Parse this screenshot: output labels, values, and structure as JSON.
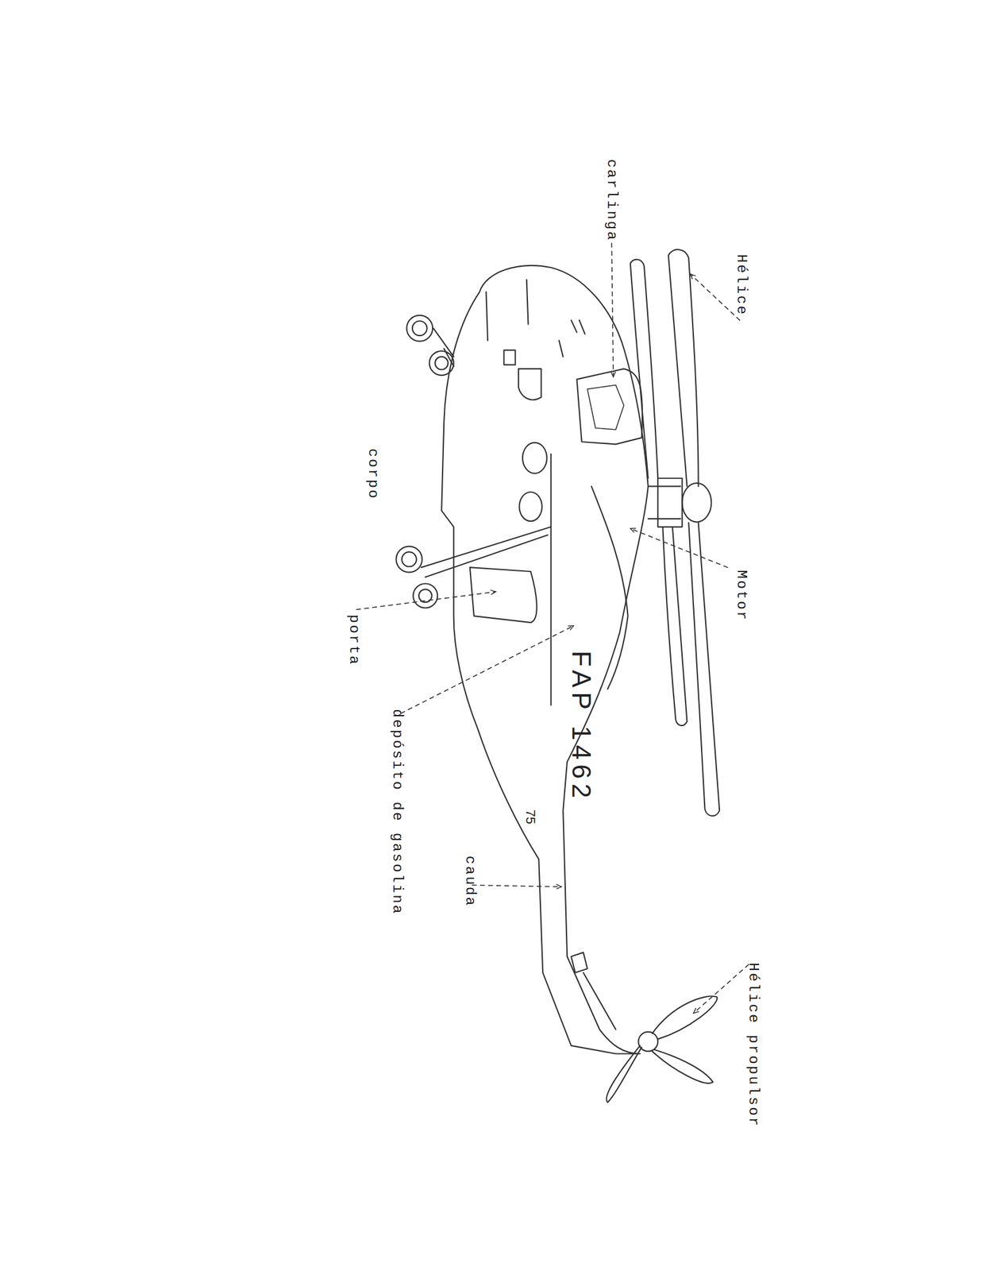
{
  "diagram": {
    "labels": [
      "Hélice",
      "carlinga",
      "Motor",
      "corpo",
      "porta",
      "depósito de gasolina",
      "cauda",
      "Hélice propulsor",
      "FAP 1462",
      "75"
    ]
  }
}
